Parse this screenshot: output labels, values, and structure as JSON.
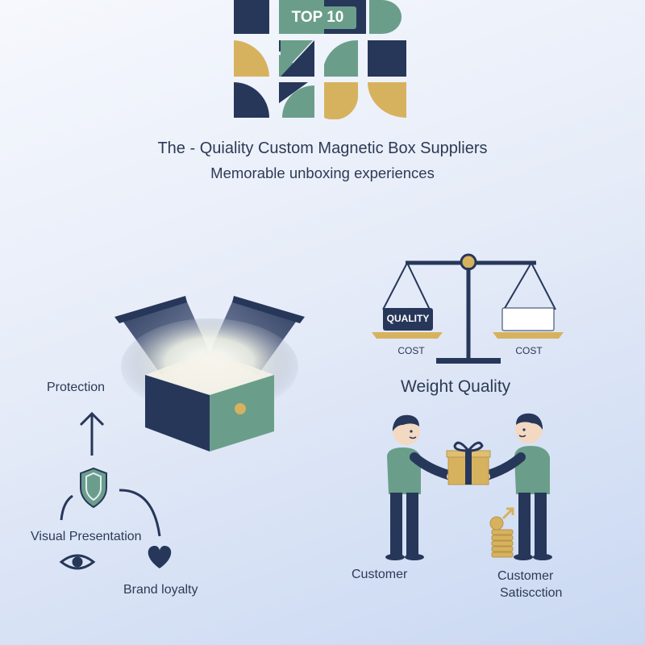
{
  "logo": {
    "badge_text": "TOP 10"
  },
  "header": {
    "title": "The - Quiality Custom Magnetic Box Suppliers",
    "subtitle": "Memorable unboxing experiences"
  },
  "benefits": {
    "protection": "Protection",
    "visual_presentation": "Visual Presentation",
    "brand_loyalty": "Brand loyalty"
  },
  "scale": {
    "left_weight_label": "QUALITY",
    "left_pan_label": "COST",
    "right_pan_label": "COST",
    "caption": "Weight Quality"
  },
  "people": {
    "left_label": "Customer",
    "right_label_line1": "Customer",
    "right_label_line2": "Satiscction"
  },
  "colors": {
    "navy": "#27375a",
    "teal": "#6a9e8a",
    "gold": "#d7b25e",
    "background": "#e6ecf8"
  }
}
